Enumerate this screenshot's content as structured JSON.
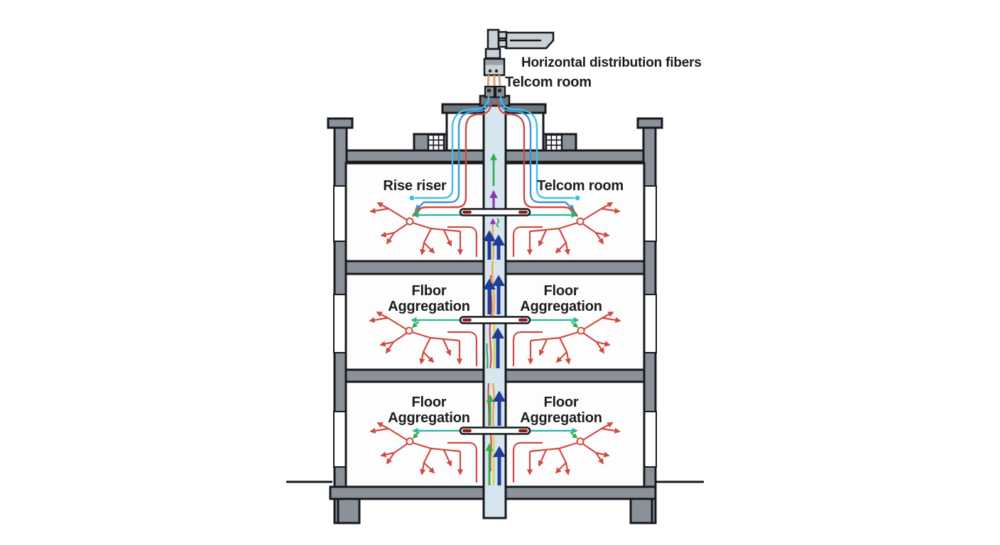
{
  "diagram": {
    "type": "building-fiber-riser-cross-section",
    "floors": 3
  },
  "labels": {
    "horizontal_distribution_fibers": "Horizontal distribution fibers",
    "telcom_room_top": "Telcom room",
    "floor1_left": "Rise riser",
    "floor1_right": "Telcom room",
    "floor2_left": {
      "line1": "Flbor",
      "line2": "Aggregation"
    },
    "floor2_right": {
      "line1": "Floor",
      "line2": "Aggregation"
    },
    "floor3_left": {
      "line1": "Floor",
      "line2": "Aggregation"
    },
    "floor3_right": {
      "line1": "Floor",
      "line2": "Aggregation"
    }
  },
  "colors": {
    "c-text": "#1c1c1c",
    "c-outline": "#16191d",
    "c-wall": "#8a9199",
    "c-wall-dark": "#70777e",
    "c-riser": "#d6e5ee",
    "c-room": "#fdfdfd",
    "c-red": "#cf4a42",
    "c-darkred": "#8c1f1f",
    "c-cyan": "#3fc0e4",
    "c-blue": "#3f93d6",
    "c-teal": "#2ab5a0",
    "c-green": "#2fae4a",
    "c-navy": "#1e3d99",
    "c-purple": "#8d35ae",
    "c-orange": "#e9a84e",
    "c-yellow": "#ddd53f",
    "c-fiber": "#dba878",
    "c-device": "#ccd1d6"
  }
}
